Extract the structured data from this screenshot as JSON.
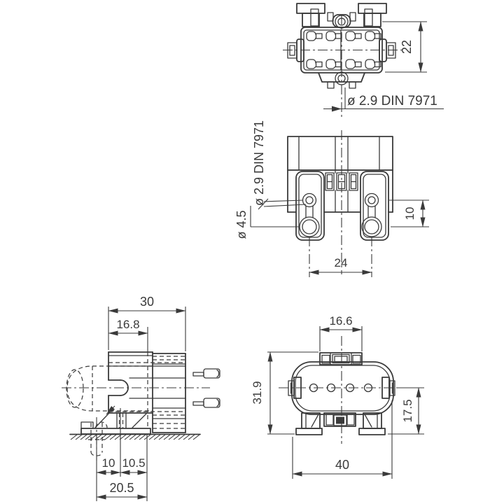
{
  "colors": {
    "line": "#3a3a3a",
    "background": "#ffffff"
  },
  "top_view": {
    "height": "22",
    "screw_note": "ø 2.9 DIN 7971"
  },
  "back_view": {
    "screw_note": "ø 2.9 DIN 7971",
    "hole_dia": "ø 4.5",
    "hole_gap": "10",
    "hole_pitch": "24"
  },
  "side_view": {
    "overall_depth": "30",
    "front_depth": "16.8",
    "foot_a": "10",
    "foot_b": "10.5",
    "foot_total": "20.5"
  },
  "front_view": {
    "tab_width": "16.6",
    "overall_height": "31.9",
    "axis_height": "17.5",
    "overall_width": "40"
  }
}
